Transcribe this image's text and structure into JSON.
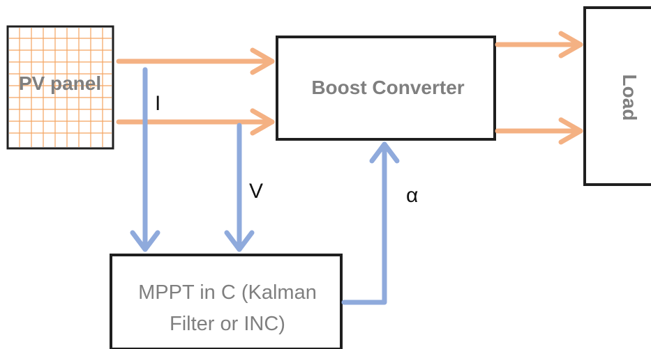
{
  "blocks": {
    "pv_panel": "PV panel",
    "boost_converter": "Boost Converter",
    "load": "Load",
    "mppt_line1": "MPPT in C (Kalman",
    "mppt_line2": "Filter or INC)"
  },
  "signals": {
    "current": "I",
    "voltage": "V",
    "duty": "α"
  },
  "colors": {
    "power_arrow": "#f4b183",
    "signal_arrow": "#8faadc",
    "label_gray": "#7f7f7f"
  }
}
